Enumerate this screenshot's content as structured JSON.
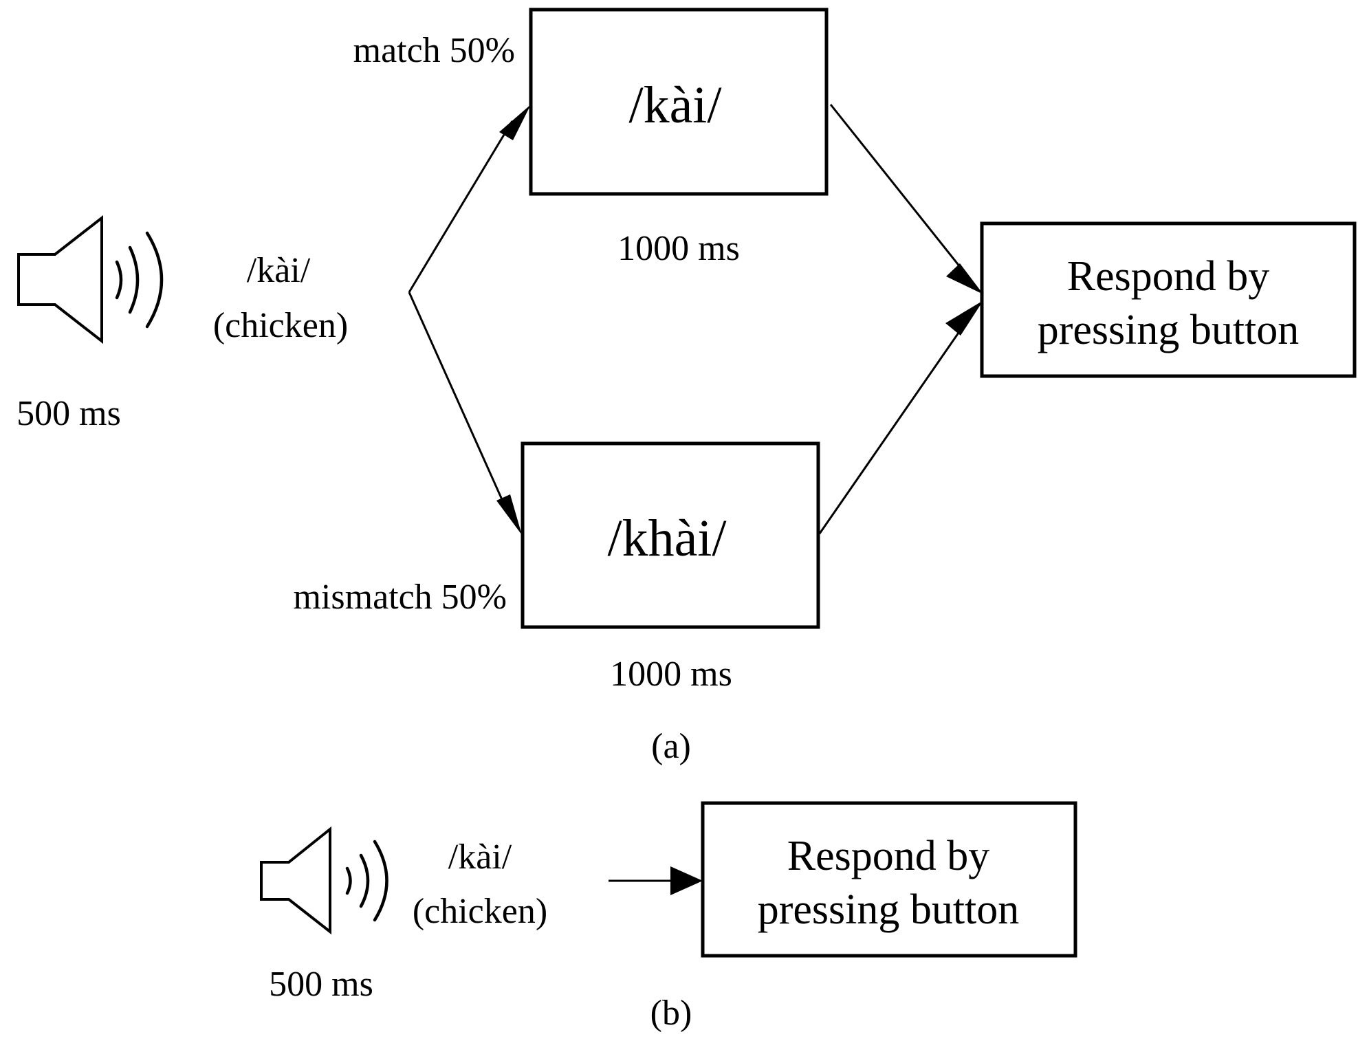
{
  "panel_a": {
    "speaker": {
      "icon": "speaker-icon",
      "word": "/kài/",
      "gloss": "(chicken)",
      "duration": "500 ms"
    },
    "match_branch": {
      "label": "match 50%",
      "word": "/kài/",
      "duration": "1000 ms"
    },
    "mismatch_branch": {
      "label": "mismatch 50%",
      "word": "/khài/",
      "duration": "1000 ms"
    },
    "response": {
      "line1": "Respond by",
      "line2": "pressing button"
    },
    "caption": "(a)"
  },
  "panel_b": {
    "speaker": {
      "icon": "speaker-icon",
      "word": "/kài/",
      "gloss": "(chicken)",
      "duration": "500 ms"
    },
    "response": {
      "line1": "Respond by",
      "line2": "pressing button"
    },
    "caption": "(b)"
  }
}
